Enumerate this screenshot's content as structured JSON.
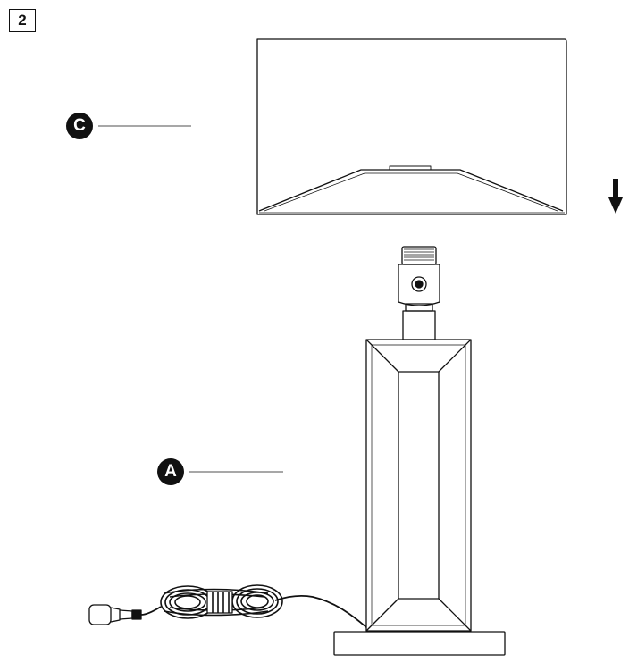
{
  "step": {
    "number": "2"
  },
  "callouts": [
    {
      "letter": "C",
      "refers_to": "lamp-shade"
    },
    {
      "letter": "A",
      "refers_to": "lamp-base"
    }
  ],
  "colors": {
    "ink": "#111111",
    "leader": "#8a8a8a",
    "background": "#ffffff"
  },
  "icons": {
    "direction": "arrow-down-icon"
  }
}
